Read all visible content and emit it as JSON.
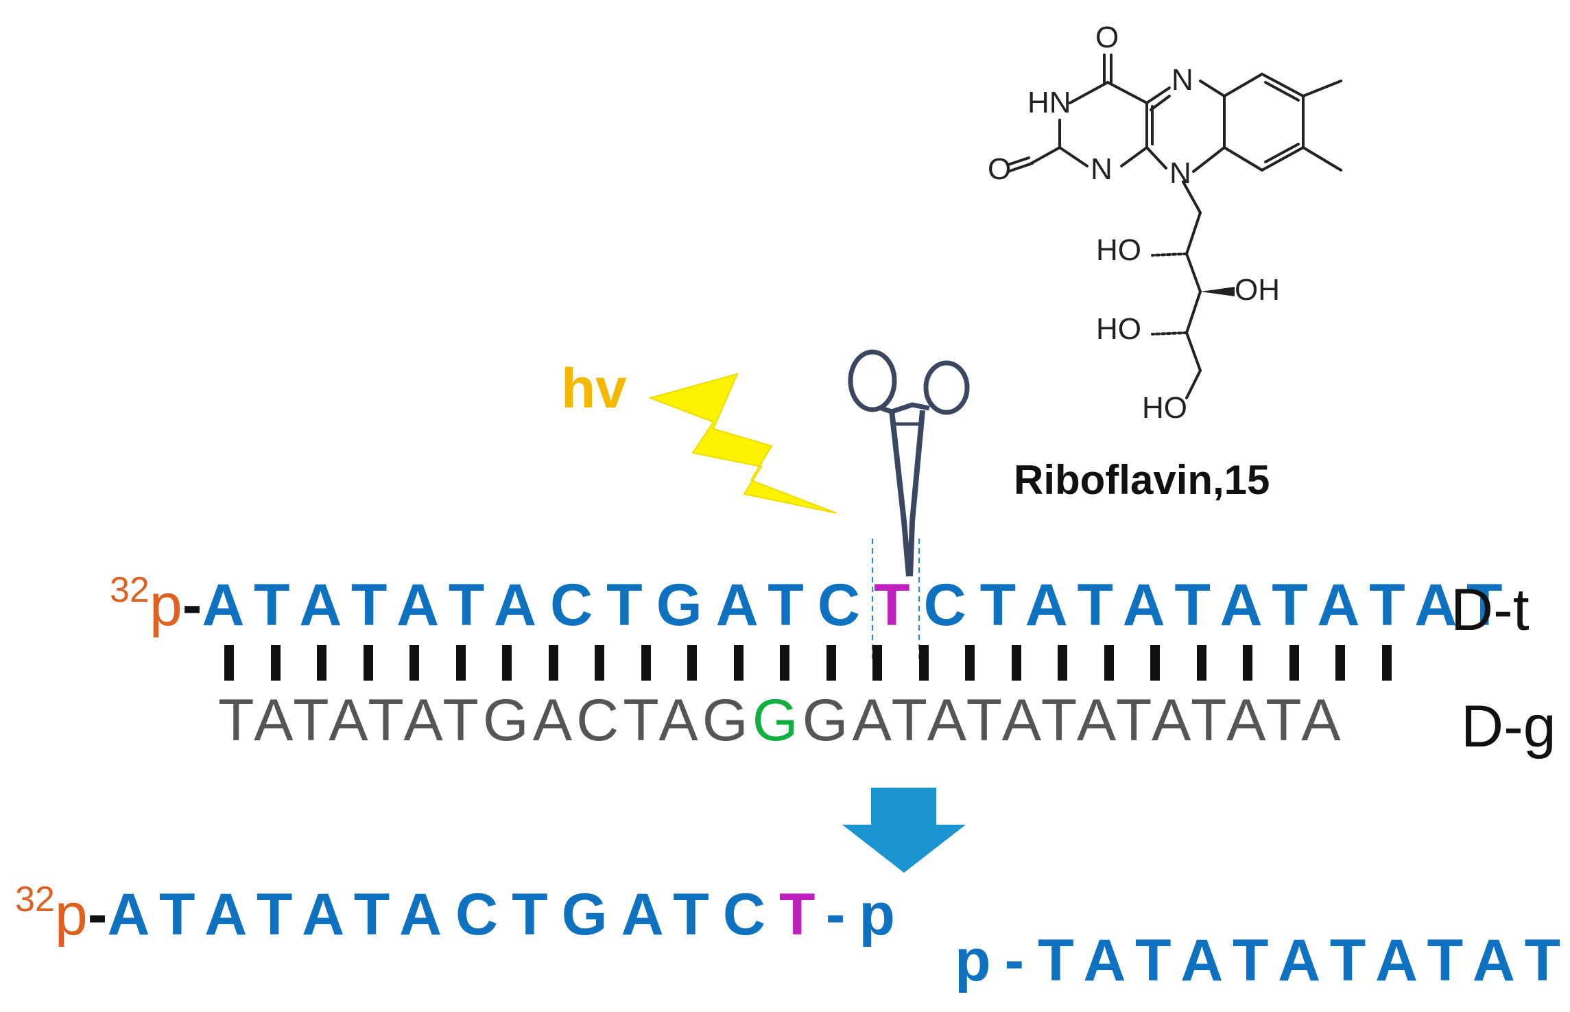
{
  "hv_label": "hv",
  "molecule": {
    "caption": "Riboflavin,15",
    "atoms": {
      "o_top": "O",
      "hn": "HN",
      "n_ring_top": "N",
      "o_left": "O",
      "n_left": "N",
      "n_ring_bottom": "N",
      "ho1": "HO",
      "oh2": "OH",
      "ho3": "HO",
      "ho4": "HO"
    }
  },
  "top_strand": {
    "prefix_sup": "32",
    "prefix_p": "p",
    "dash": "-",
    "seq_a": "ATATATACTGATC",
    "seq_t": "T",
    "seq_c": "C",
    "seq_b": "TATATATATAT",
    "label": "D-t"
  },
  "bottom_strand": {
    "seq_a": "TATATATGACTAG",
    "seq_g": "G",
    "seq_b": "GATATATATATATA",
    "label": "D-g"
  },
  "product_left": {
    "prefix_sup": "32",
    "prefix_p": "p",
    "dash": "-",
    "seq": "ATATATACTGATC",
    "seq_t": "T",
    "suffix": "-p"
  },
  "product_right": {
    "prefix": "p-",
    "seq": "TATATATATAT"
  },
  "colors": {
    "sequence_blue": "#0f72c0",
    "magenta": "#c020c0",
    "green": "#10b040",
    "orange": "#e06020",
    "hv_orange": "#f5b800",
    "bolt_yellow": "#fff200",
    "arrow_blue": "#1c94d2"
  },
  "icons": [
    "lightning-bolt-icon",
    "forceps-icon",
    "down-arrow-icon"
  ]
}
